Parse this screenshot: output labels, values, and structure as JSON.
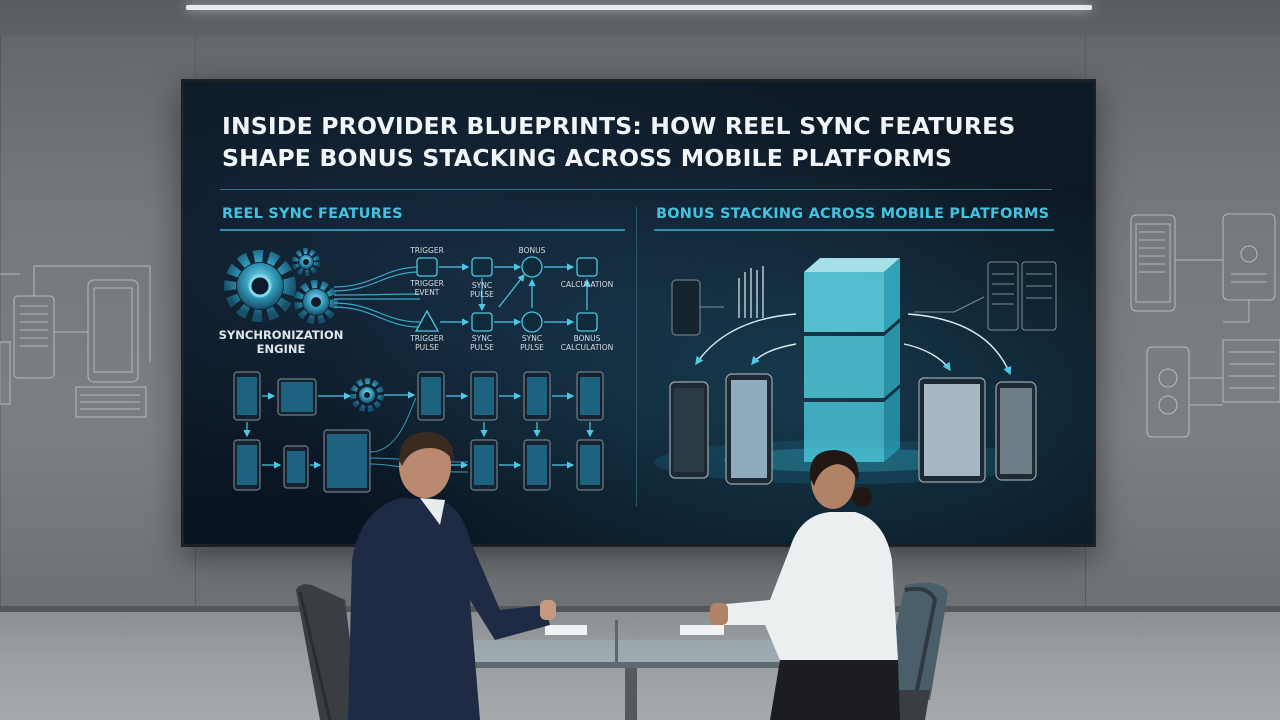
{
  "slide": {
    "title_line1": "INSIDE PROVIDER BLUEPRINTS: HOW REEL SYNC FEATURES",
    "title_line2": "SHAPE BONUS STACKING ACROSS MOBILE PLATFORMS",
    "left_section_title": "REEL SYNC FEATURES",
    "right_section_title": "BONUS STACKING ACROSS MOBILE PLATFORMS",
    "engine_label": "SYNCHRONIZATION\nENGINE",
    "flow_labels": {
      "trigger": "TRIGGER",
      "bonus": "BONUS",
      "trigger_event": "TRIGGER\nEVENT",
      "sync_pulse_top": "SYNC\nPULSE",
      "calculation": "CALCULATION",
      "trigger_bottom": "TRIGGER\nPULSE",
      "sync_pulse_bottom": "SYNC\nPULSE",
      "sync_pulse_mid": "SYNC\nPULSE",
      "bonus_calculation": "BONUS\nCALCULATION"
    }
  },
  "colors": {
    "accent": "#45c2e0",
    "gear": "#3ea9c6",
    "cube": "#7fe6f0",
    "screen_bg": "#0b1520"
  }
}
